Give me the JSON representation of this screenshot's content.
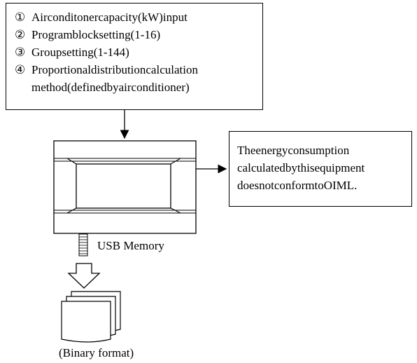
{
  "settings_list": {
    "items": [
      {
        "number": "①",
        "text": "Airconditonercapacity(kW)input"
      },
      {
        "number": "②",
        "text": "Programblocksetting(1-16)"
      },
      {
        "number": "③",
        "text": "Groupsetting(1-144)"
      },
      {
        "number": "④",
        "text": "Proportionaldistributioncalculation"
      }
    ],
    "continuation": "method(definedbyairconditioner)"
  },
  "note": {
    "lines": [
      "Theenergyconsumption",
      "calculatedbythisequipment",
      "doesnotconformtoOIML."
    ]
  },
  "usb_label": "USB Memory",
  "output_label": "(Binary format)"
}
